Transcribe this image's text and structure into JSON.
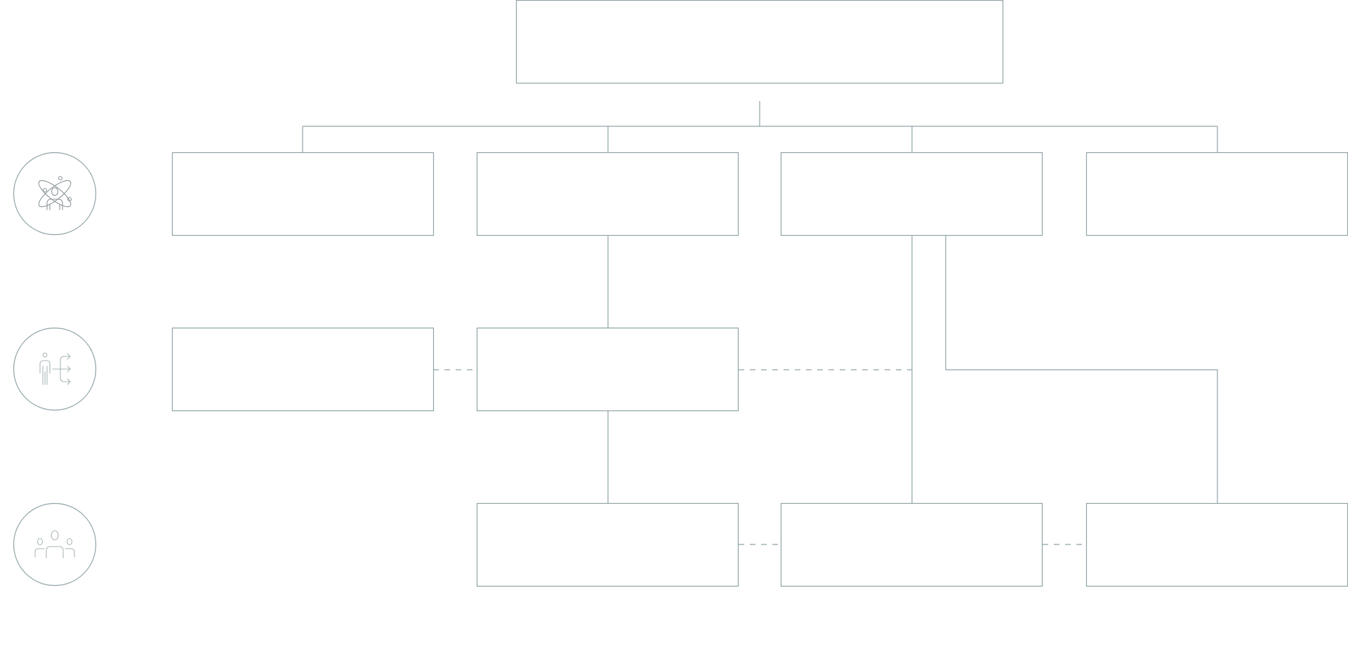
{
  "diagram": {
    "type": "org-chart",
    "colors": {
      "line": "#8fa3a6",
      "icon": "#8c9699",
      "icon_light": "#aab6b8",
      "background": "#ffffff"
    },
    "tiers": [
      {
        "icon": "orbit-person-icon"
      },
      {
        "icon": "person-branching-arrows-icon"
      },
      {
        "icon": "group-of-people-icon"
      }
    ],
    "nodes": [
      {
        "id": "root",
        "label": ""
      },
      {
        "id": "l1-a",
        "label": ""
      },
      {
        "id": "l1-b",
        "label": ""
      },
      {
        "id": "l1-c",
        "label": ""
      },
      {
        "id": "l1-d",
        "label": ""
      },
      {
        "id": "l2-a",
        "label": ""
      },
      {
        "id": "l2-b",
        "label": ""
      },
      {
        "id": "l3-b",
        "label": ""
      },
      {
        "id": "l3-c",
        "label": ""
      },
      {
        "id": "l3-d",
        "label": ""
      }
    ],
    "solid_links": [
      [
        "root",
        "l1-a"
      ],
      [
        "root",
        "l1-b"
      ],
      [
        "root",
        "l1-c"
      ],
      [
        "root",
        "l1-d"
      ],
      [
        "l1-b",
        "l2-b"
      ],
      [
        "l2-b",
        "l3-b"
      ],
      [
        "l1-c",
        "l3-c"
      ],
      [
        "l1-c",
        "l3-d"
      ]
    ],
    "dashed_links": [
      [
        "l2-a",
        "l2-b"
      ],
      [
        "l2-b",
        "l1-c"
      ],
      [
        "l3-b",
        "l3-c"
      ],
      [
        "l3-c",
        "l3-d"
      ]
    ]
  }
}
